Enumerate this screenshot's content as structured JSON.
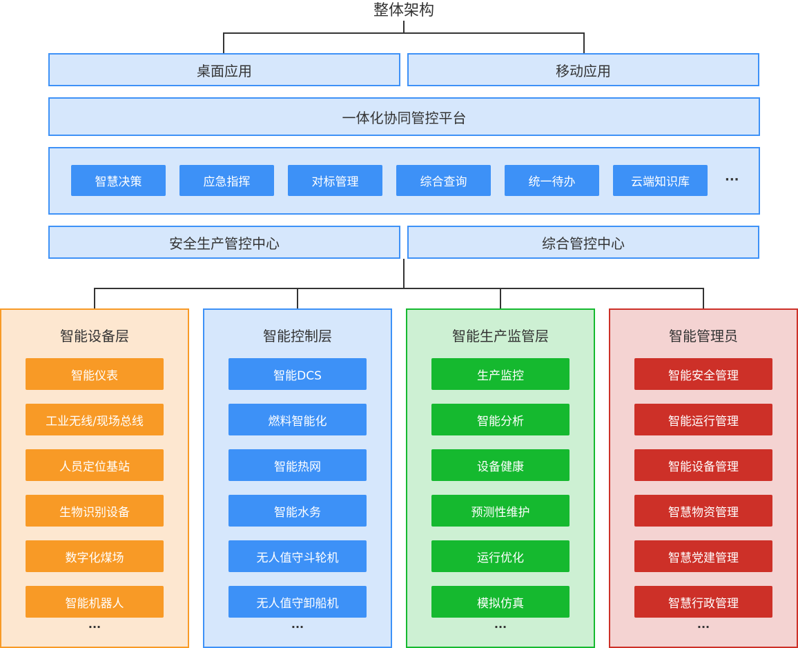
{
  "title": "整体架构",
  "apps": [
    "桌面应用",
    "移动应用"
  ],
  "platform": "一体化协同管控平台",
  "modules": [
    "智慧决策",
    "应急指挥",
    "对标管理",
    "综合查询",
    "统一待办",
    "云端知识库"
  ],
  "more": "···",
  "centers": [
    "安全生产管控中心",
    "综合管控中心"
  ],
  "columns": [
    {
      "title": "智能设备层",
      "color": "#f89a26",
      "bg": "#fde7d0",
      "items": [
        "智能仪表",
        "工业无线/现场总线",
        "人员定位基站",
        "生物识别设备",
        "数字化煤场",
        "智能机器人"
      ]
    },
    {
      "title": "智能控制层",
      "color": "#3d91f7",
      "bg": "#d6e7fc",
      "items": [
        "智能DCS",
        "燃料智能化",
        "智能热网",
        "智能水务",
        "无人值守斗轮机",
        "无人值守卸船机"
      ]
    },
    {
      "title": "智能生产监管层",
      "color": "#15b92f",
      "bg": "#cdf0d3",
      "items": [
        "生产监控",
        "智能分析",
        "设备健康",
        "预测性维护",
        "运行优化",
        "模拟仿真"
      ]
    },
    {
      "title": "智能管理员",
      "color": "#cd3028",
      "bg": "#f4d3d2",
      "items": [
        "智能安全管理",
        "智能运行管理",
        "智能设备管理",
        "智慧物资管理",
        "智慧党建管理",
        "智慧行政管理"
      ]
    }
  ]
}
